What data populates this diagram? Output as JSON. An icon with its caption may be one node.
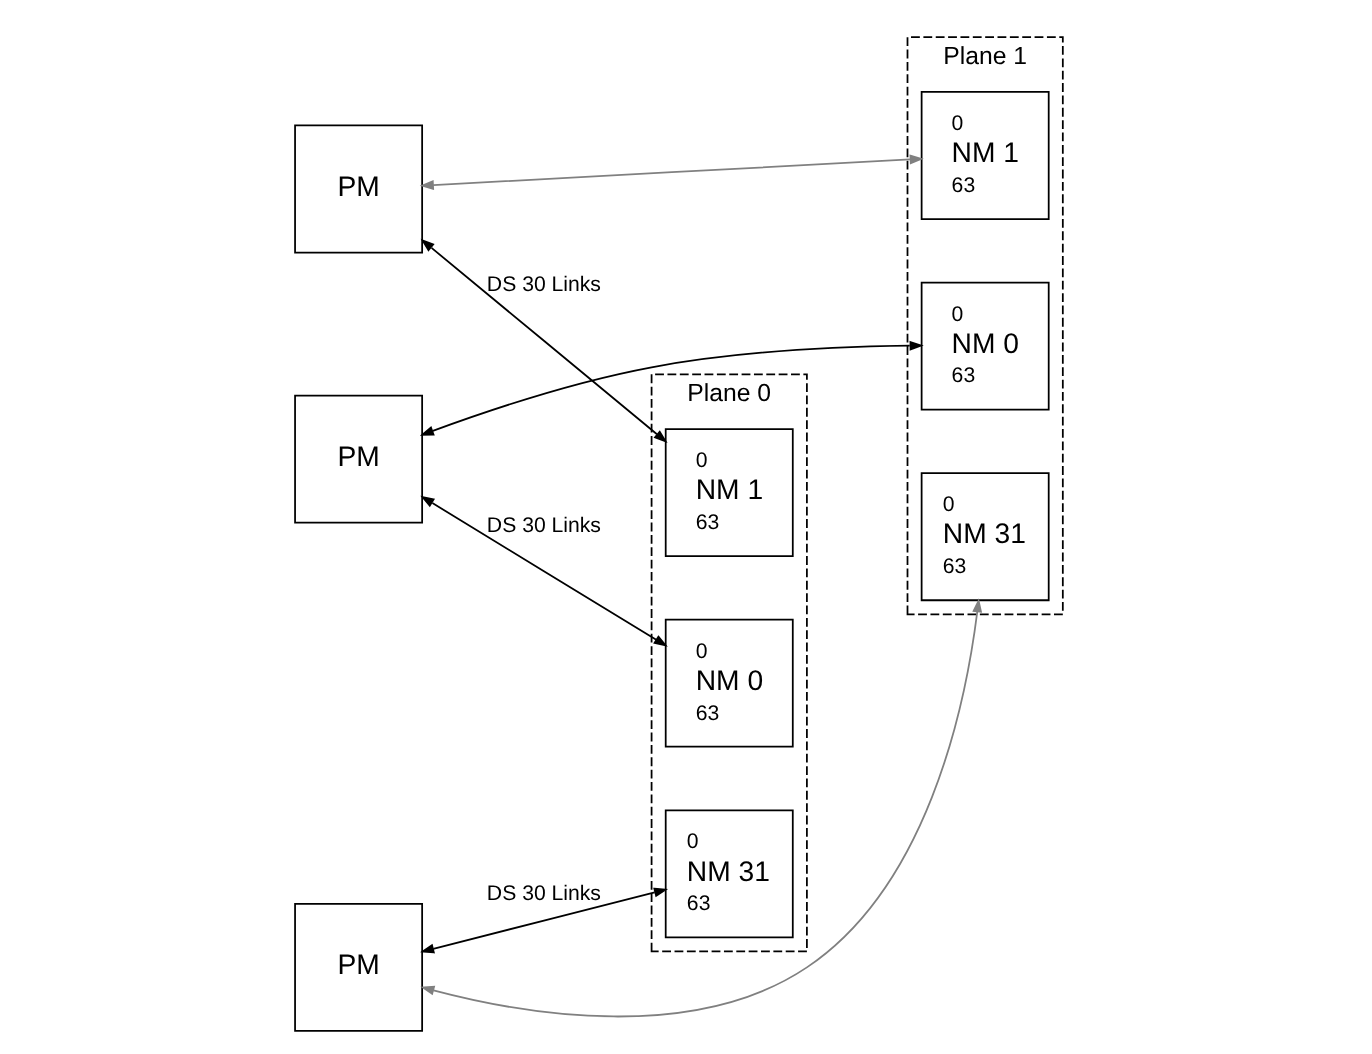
{
  "diagram": {
    "nodes": [
      {
        "text": [
          "Plane 0"
        ]
      },
      {
        "text": [
          "Plane 1"
        ]
      },
      {
        "text": [
          "0",
          "NM 0",
          "63"
        ],
        "in": 0
      },
      {
        "text": [
          "0",
          "NM 1",
          "63"
        ],
        "in": 0
      },
      {
        "text": [
          "0",
          "NM 31",
          "63"
        ],
        "in": 0
      },
      {
        "text": [
          "0",
          "NM 0",
          "63"
        ],
        "in": 1
      },
      {
        "text": [
          "0",
          "NM 1",
          "63"
        ],
        "in": 1
      },
      {
        "text": [
          "0",
          "NM 31",
          "63"
        ],
        "in": 1
      },
      {
        "text": [
          "PM"
        ]
      },
      {
        "text": [
          "PM"
        ]
      },
      {
        "text": [
          "PM"
        ]
      }
    ],
    "edges": [
      {
        "from": 8,
        "to": 2,
        "arrow": "both",
        "label": "DS 30 Links"
      },
      {
        "from": 8,
        "to": 5,
        "arrow": "both"
      },
      {
        "from": 9,
        "to": 3,
        "arrow": "both",
        "label": "DS 30 Links"
      },
      {
        "from": 9,
        "to": 6,
        "arrow": "both",
        "color": "#808080"
      },
      {
        "from": 10,
        "to": 4,
        "arrow": "both",
        "label": "DS 30 Links"
      },
      {
        "from": 10,
        "to": 7,
        "arrow": "both",
        "color": "#808080"
      }
    ]
  }
}
